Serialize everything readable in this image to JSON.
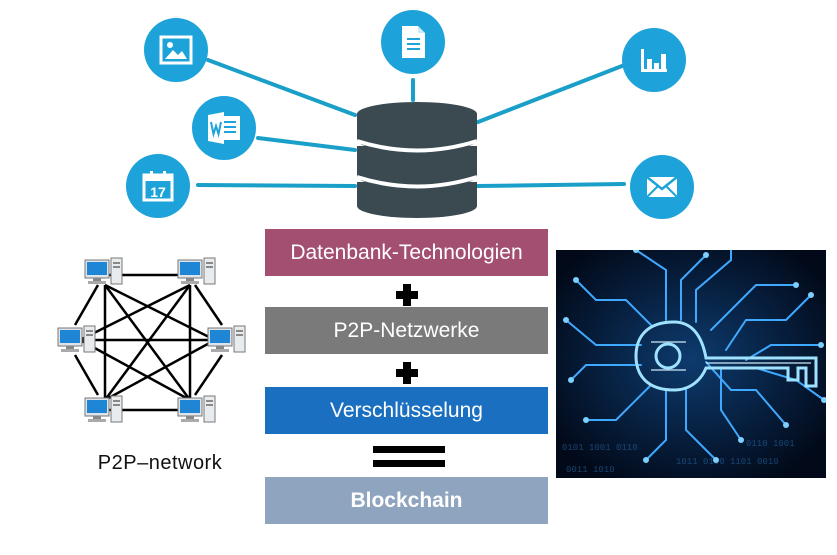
{
  "layers": {
    "db": "Datenbank-Technologien",
    "p2p": "P2P-Netzwerke",
    "crypto": "Verschlüsselung",
    "blockchain": "Blockchain"
  },
  "network": {
    "label": "P2P–network"
  },
  "calendar_day": "17",
  "colors": {
    "icon_blue": "#1da3d9",
    "db_bar": "#a34f72",
    "p2p_bar": "#7a7a7a",
    "crypto_bar": "#1a6fc0",
    "blockchain_bar": "#8fa4be",
    "database": "#3a4a50"
  },
  "icons": [
    "image-icon",
    "document-icon",
    "chart-icon",
    "word-icon",
    "calendar-icon",
    "mail-icon"
  ]
}
